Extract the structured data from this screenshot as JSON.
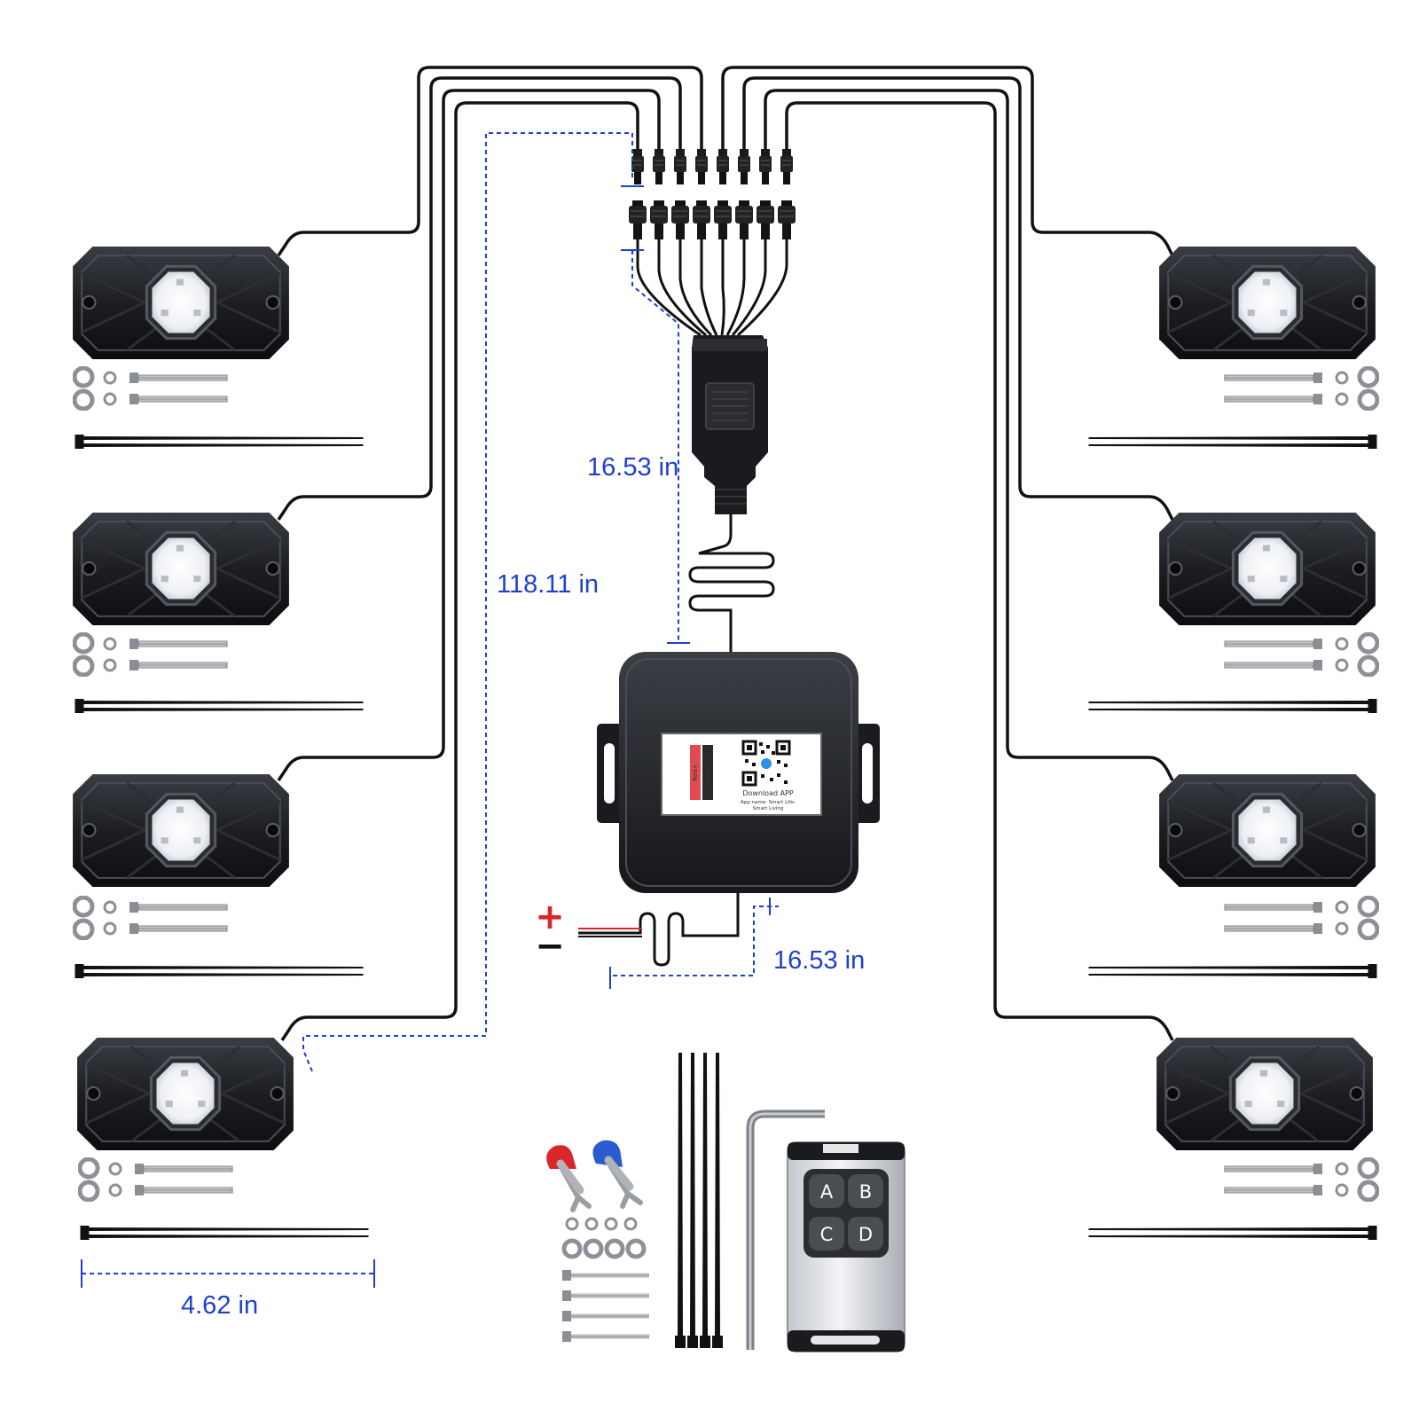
{
  "dimensions": {
    "harness_length": "16.53 in",
    "extension_length": "118.11 in",
    "power_lead_length": "16.53 in",
    "pod_width": "4.62 in"
  },
  "power": {
    "positive": "+",
    "negative": "−"
  },
  "controller": {
    "label_red": "Red+",
    "label_black": "Black-",
    "download": "Download APP",
    "app_name_line1": "App name: Smart Life-",
    "app_name_line2": "Smart Living"
  },
  "remote": {
    "buttons": [
      "A",
      "B",
      "C",
      "D"
    ]
  },
  "colors": {
    "dimension": "#1f3fd0",
    "wire": "#111111",
    "terminal_positive": "#d9262b",
    "terminal_negative": "#2a5bd0"
  },
  "icons": [
    "rock-light-pod-icon",
    "screw-icon",
    "washer-icon",
    "cable-tie-icon",
    "spade-terminal-icon",
    "hex-key-icon",
    "remote-control-icon",
    "qr-code-icon"
  ]
}
